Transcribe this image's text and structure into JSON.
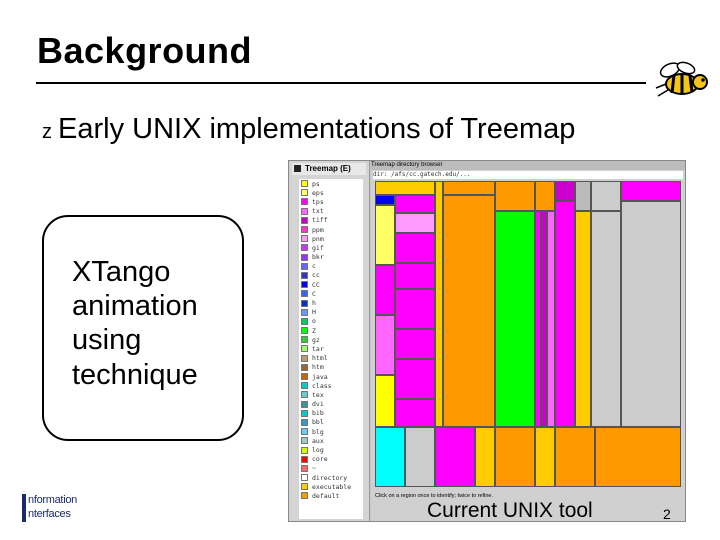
{
  "slide": {
    "title": "Background",
    "bullet_mark": "z",
    "bullet": "Early UNIX implementations of Treemap",
    "callout_lines": [
      "XTango",
      "animation",
      "using",
      "technique"
    ],
    "caption": "Current UNIX tool",
    "page_number": "2",
    "logo_line1": "nformation",
    "logo_line2": "nterfaces"
  },
  "screenshot": {
    "legend_title": "Treemap (E)",
    "window_title": "Treemap directory browser",
    "path": "dir: /afs/cc.gatech.edu/...",
    "footer": "Click on a region once to identify; twice to refine.",
    "legend_items": [
      {
        "label": "ps",
        "color": "#ffff00"
      },
      {
        "label": "eps",
        "color": "#ffff66"
      },
      {
        "label": "tps",
        "color": "#ff00ff"
      },
      {
        "label": "txt",
        "color": "#ff66ff"
      },
      {
        "label": "tiff",
        "color": "#cc00cc"
      },
      {
        "label": "ppm",
        "color": "#ff33cc"
      },
      {
        "label": "pnm",
        "color": "#ff99ff"
      },
      {
        "label": "gif",
        "color": "#cc33ff"
      },
      {
        "label": "bkr",
        "color": "#9933ff"
      },
      {
        "label": "c",
        "color": "#6666ff"
      },
      {
        "label": "cc",
        "color": "#3333cc"
      },
      {
        "label": "CC",
        "color": "#0000ff"
      },
      {
        "label": "C",
        "color": "#3366ff"
      },
      {
        "label": "h",
        "color": "#0033cc"
      },
      {
        "label": "H",
        "color": "#6699ff"
      },
      {
        "label": "o",
        "color": "#00cc66"
      },
      {
        "label": "Z",
        "color": "#00ff00"
      },
      {
        "label": "gz",
        "color": "#33cc33"
      },
      {
        "label": "tar",
        "color": "#99ff66"
      },
      {
        "label": "html",
        "color": "#cc9966"
      },
      {
        "label": "htm",
        "color": "#996633"
      },
      {
        "label": "java",
        "color": "#cc6600"
      },
      {
        "label": "class",
        "color": "#00cccc"
      },
      {
        "label": "tex",
        "color": "#66cccc"
      },
      {
        "label": "dvi",
        "color": "#339999"
      },
      {
        "label": "bib",
        "color": "#00cccc"
      },
      {
        "label": "bbl",
        "color": "#3399cc"
      },
      {
        "label": "blg",
        "color": "#66ccff"
      },
      {
        "label": "aux",
        "color": "#99cccc"
      },
      {
        "label": "log",
        "color": "#ccff00"
      },
      {
        "label": "core",
        "color": "#ff0000"
      },
      {
        "label": "~",
        "color": "#ff6666"
      },
      {
        "label": "directory",
        "color": "#ffffff"
      },
      {
        "label": "executable",
        "color": "#ffcc00"
      },
      {
        "label": "default",
        "color": "#ff9900"
      }
    ]
  }
}
